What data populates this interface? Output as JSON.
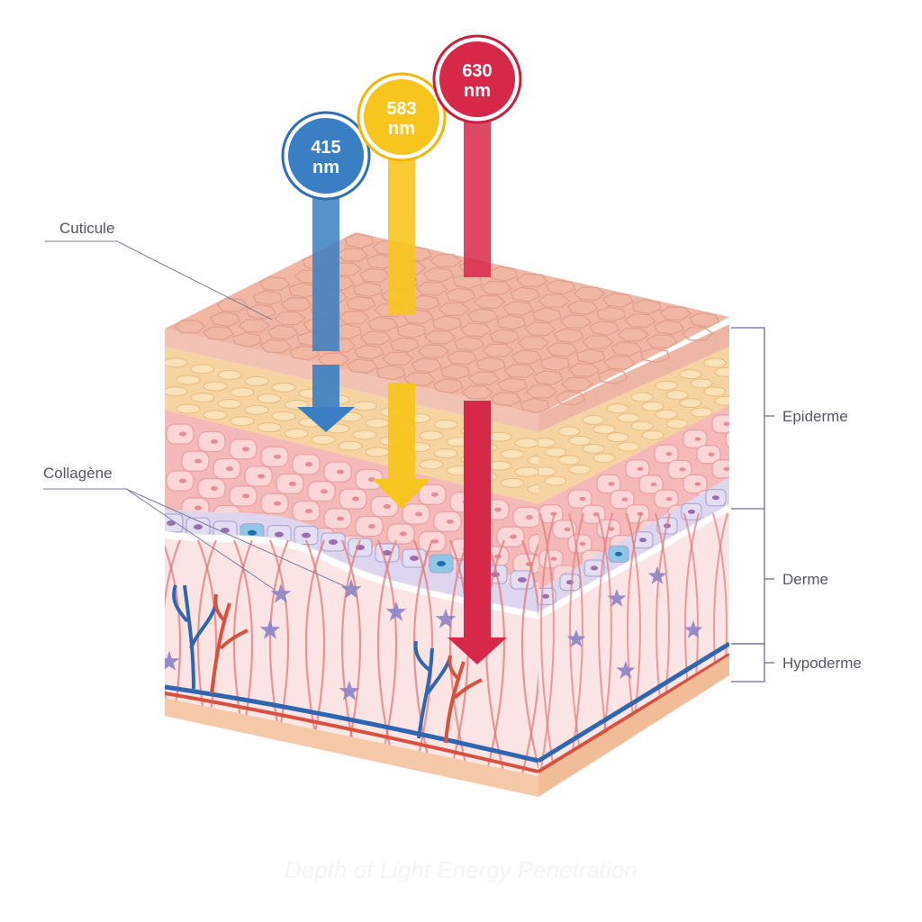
{
  "wavelengths": [
    {
      "value": "415",
      "unit": "nm",
      "color": "#3a7fc3",
      "ring": "#2f6fb5",
      "layer": "epidermis-upper"
    },
    {
      "value": "583",
      "unit": "nm",
      "color": "#f7c51e",
      "ring": "#f2b705",
      "layer": "epidermis-lower"
    },
    {
      "value": "630",
      "unit": "nm",
      "color": "#d8284a",
      "ring": "#c91f41",
      "layer": "dermis"
    }
  ],
  "labels": {
    "cuticule": "Cuticule",
    "collagene": "Collagène",
    "epiderme": "Epiderme",
    "derme": "Derme",
    "hypoderme": "Hypoderme"
  },
  "caption": "Depth of Light Energy Penetration",
  "colors": {
    "skin_top": "#efb7a4",
    "skin_cells": "#f6c9c4",
    "fat": "#f3c07f",
    "dermis": "#fbe4e4",
    "fiber": "#e07a7a",
    "vessel_blue": "#2e67b0",
    "vessel_red": "#d9503e",
    "cell_purple": "#c6bde0",
    "bracket": "#6b6e9a",
    "caption": "#f4f4f6"
  }
}
